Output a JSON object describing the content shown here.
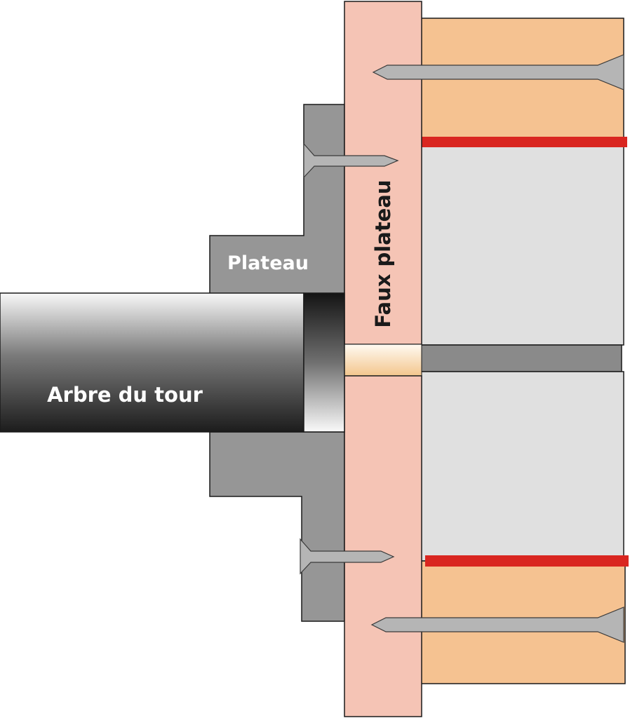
{
  "labels": {
    "plateau": "Plateau",
    "faux_plateau": "Faux plateau",
    "arbre_du_tour": "Arbre du tour"
  },
  "colors": {
    "background": "#ffffff",
    "plateau": "#969696",
    "faux_plateau": "#f5c4b5",
    "wood": "#f5c291",
    "workpiece": "#e0e0e0",
    "center_bore": "#8a8a8a",
    "bore_highlight": "#fdeedd",
    "glue_line": "#d92620",
    "screw": "#b5b5b5",
    "outline": "#1a1a1a",
    "label_light": "#ffffff",
    "label_dark": "#1a1a1a"
  },
  "icons": {
    "screw": "wood-screw-icon"
  }
}
